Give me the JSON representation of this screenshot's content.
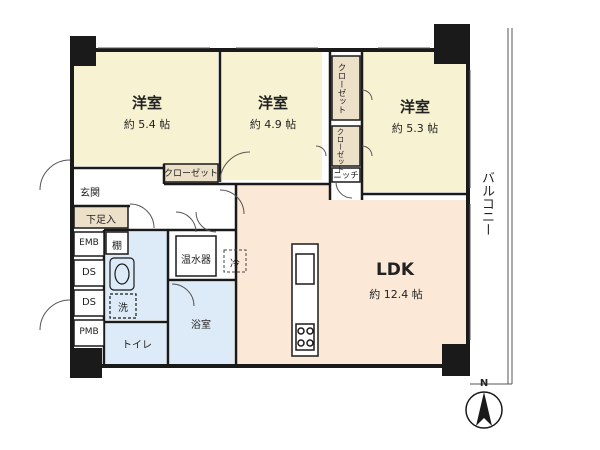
{
  "rooms": {
    "western1": {
      "name": "洋室",
      "size": "約 5.4 帖"
    },
    "western2": {
      "name": "洋室",
      "size": "約 4.9 帖"
    },
    "western3": {
      "name": "洋室",
      "size": "約 5.3 帖"
    },
    "ldk": {
      "name": "LDK",
      "size": "約 12.4 帖"
    }
  },
  "labels": {
    "closet_horizontal": "クローゼット",
    "closet_v1": "クローゼット",
    "closet_v2": "クローゼット",
    "niche": "ニッチ",
    "entrance": "玄関",
    "shoe_box": "下足入",
    "emb": "EMB",
    "shelf": "棚",
    "ds1": "DS",
    "ds2": "DS",
    "pmb": "PMB",
    "laundry": "洗",
    "water_heater": "温水器",
    "fridge": "冷",
    "bath": "浴室",
    "toilet": "トイレ",
    "balcony": "バルコニー",
    "north": "N"
  },
  "colors": {
    "western_room": "#f7f3d2",
    "ldk": "#fbe8d6",
    "wet_area": "#dcebf7",
    "storage": "#ede0c8",
    "wall": "#1a1a1a"
  }
}
